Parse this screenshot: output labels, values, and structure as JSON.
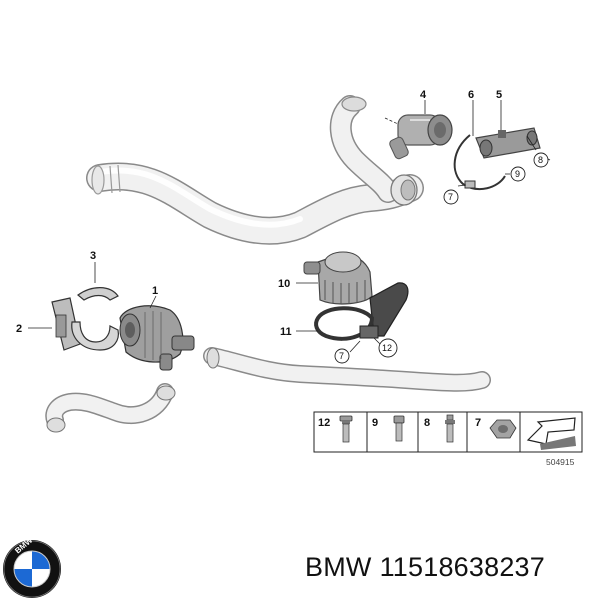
{
  "callouts": {
    "c1": "1",
    "c2": "2",
    "c3": "3",
    "c4": "4",
    "c5": "5",
    "c6": "6",
    "c7a": "7",
    "c7b": "7",
    "c8": "8",
    "c9": "9",
    "c10": "10",
    "c11": "11",
    "c12": "12"
  },
  "legend": {
    "items": [
      {
        "number": "12",
        "icon": "bolt-flange-icon"
      },
      {
        "number": "9",
        "icon": "bolt-icon"
      },
      {
        "number": "8",
        "icon": "stud-icon"
      },
      {
        "number": "7",
        "icon": "nut-icon"
      }
    ],
    "arrow_icon": "direction-arrow-icon"
  },
  "diagram_ref": "504915",
  "caption": {
    "brand": "BMW",
    "part_number": "11518638237"
  },
  "logo": {
    "text": "BMW",
    "colors": {
      "ring": "#111111",
      "blue": "#1c69d4",
      "white": "#ffffff"
    }
  }
}
